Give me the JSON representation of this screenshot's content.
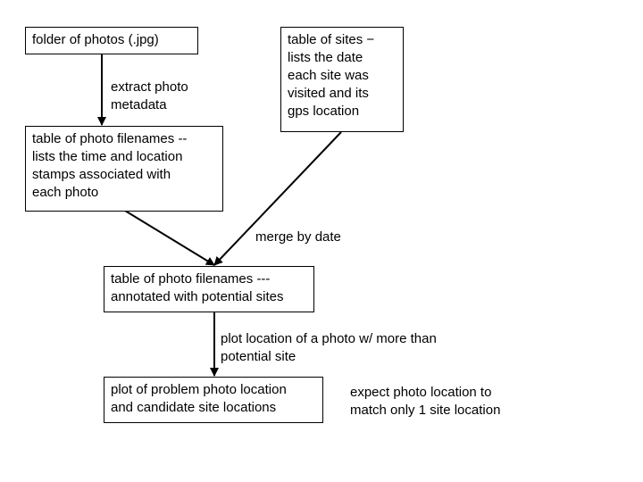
{
  "diagram": {
    "nodes": {
      "photos_folder": "folder of photos (.jpg)",
      "sites_table": "table of sites −\nlists the date\neach site was\nvisited and its\ngps location",
      "photo_filenames_table": "table of photo filenames --\nlists the time and location\nstamps associated with\neach photo",
      "annotated_table": "table of photo filenames ---\nannotated with potential sites",
      "problem_plot": "plot of problem photo location\nand candidate site locations"
    },
    "edges": {
      "extract": "extract photo\nmetadata",
      "merge": "merge by date",
      "plot_location": "plot location of a photo w/ more than\npotential site"
    },
    "note": "expect photo location to\nmatch only 1 site location",
    "colors": {
      "stroke": "#000000",
      "background": "#ffffff"
    }
  }
}
